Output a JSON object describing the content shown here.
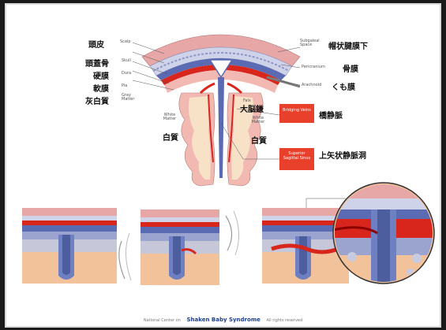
{
  "labels_left": [
    {
      "jp": "頭皮",
      "en": "Scalp"
    },
    {
      "jp": "頭蓋骨",
      "en": "Skull"
    },
    {
      "jp": "硬膜",
      "en": "Dura"
    },
    {
      "jp": "軟膜",
      "en": "Pia"
    },
    {
      "jp": "灰白質",
      "en": "Gray Matter"
    }
  ],
  "labels_right": [
    {
      "en": "Subgaleal Space",
      "jp": "帽状腱膜下"
    },
    {
      "en": "Pericranium",
      "jp": "骨膜"
    },
    {
      "en": "Arachnoid",
      "jp": "くも膜"
    }
  ],
  "center": {
    "en": "Falx",
    "jp": "大脳鎌"
  },
  "white_matter_left": {
    "en": "White Matter",
    "jp": "白質"
  },
  "white_matter_right": {
    "en": "White Matter",
    "jp": "白質"
  },
  "boxes": [
    {
      "en": "Bridging Veins",
      "jp": "橋静脈"
    },
    {
      "en": "Superior Sagittal Sinus",
      "jp": "上矢状静脈洞"
    }
  ],
  "footer": {
    "left": "National Center on",
    "brand": "Shaken Baby Syndrome",
    "right": "All rights reserved"
  },
  "colors": {
    "scalp": "#e8a7a7",
    "skull": "#cfd3ea",
    "dura": "#5b6bb3",
    "blood": "#d8261c",
    "gray_matter": "#f2b9b3",
    "white_matter": "#f7e2c7",
    "label_box": "#e8402a"
  }
}
